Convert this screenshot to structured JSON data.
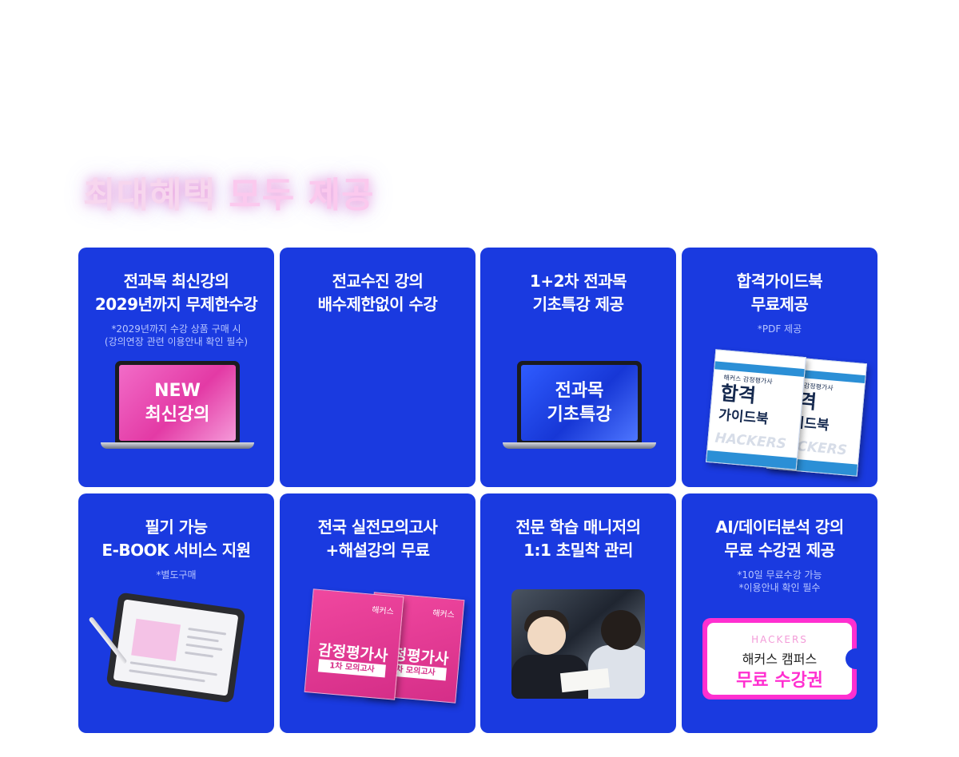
{
  "headline": {
    "part1": "최대혜택",
    "part2": "모두 제공"
  },
  "cards": [
    {
      "title": "전과목 최신강의\n2029년까지 무제한수강",
      "note": "*2029년까지 수강 상품 구매 시\n(강의연장 관련 이용안내 확인 필수)",
      "screen_text": "NEW\n최신강의"
    },
    {
      "title": "전교수진 강의\n배수제한없이 수강",
      "note": ""
    },
    {
      "title": "1+2차 전과목\n기초특강 제공",
      "note": "",
      "screen_text": "전과목\n기초특강"
    },
    {
      "title": "합격가이드북\n무료제공",
      "note": "*PDF 제공",
      "book": {
        "small": "해커스 감정평가사",
        "title": "합격",
        "sub": "가이드북",
        "brand": "HACKERS"
      }
    },
    {
      "title": "필기 가능\nE-BOOK 서비스 지원",
      "note": "*별도구매"
    },
    {
      "title": "전국 실전모의고사\n+해설강의 무료",
      "note": "",
      "exam": {
        "brand": "해커스",
        "title": "감정평가사",
        "sub": "1차 모의고사"
      }
    },
    {
      "title": "전문 학습 매니저의\n1:1 초밀착 관리",
      "note": ""
    },
    {
      "title": "AI/데이터분석 강의\n무료 수강권 제공",
      "note": "*10일 무료수강 가능\n*이용안내 확인 필수",
      "coupon": {
        "brand": "HACKERS",
        "line1": "해커스 캠퍼스",
        "line2": "무료 수강권"
      }
    }
  ]
}
